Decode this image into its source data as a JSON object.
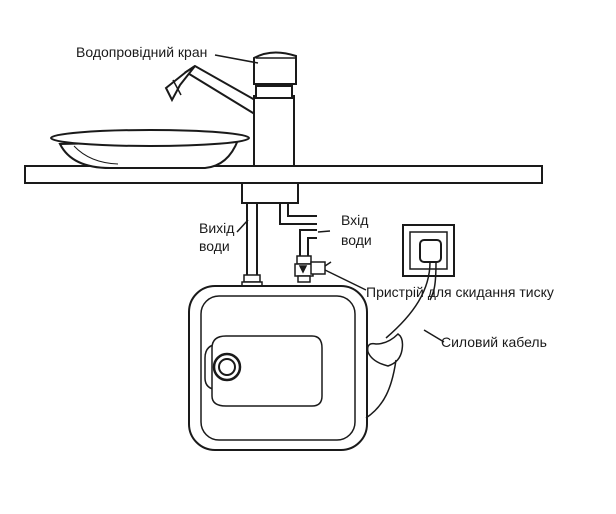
{
  "labels": {
    "faucet": "Водопровідний кран",
    "water_outlet_line1": "Вихід",
    "water_outlet_line2": "води",
    "water_inlet_line1": "Вхід",
    "water_inlet_line2": "води",
    "pressure_relief": "Пристрій для скидання тиску",
    "power_cable": "Силовий кабель"
  },
  "colors": {
    "line": "#1a1a1a",
    "fill": "#ffffff",
    "counter_shade": "#f2f2f2"
  }
}
